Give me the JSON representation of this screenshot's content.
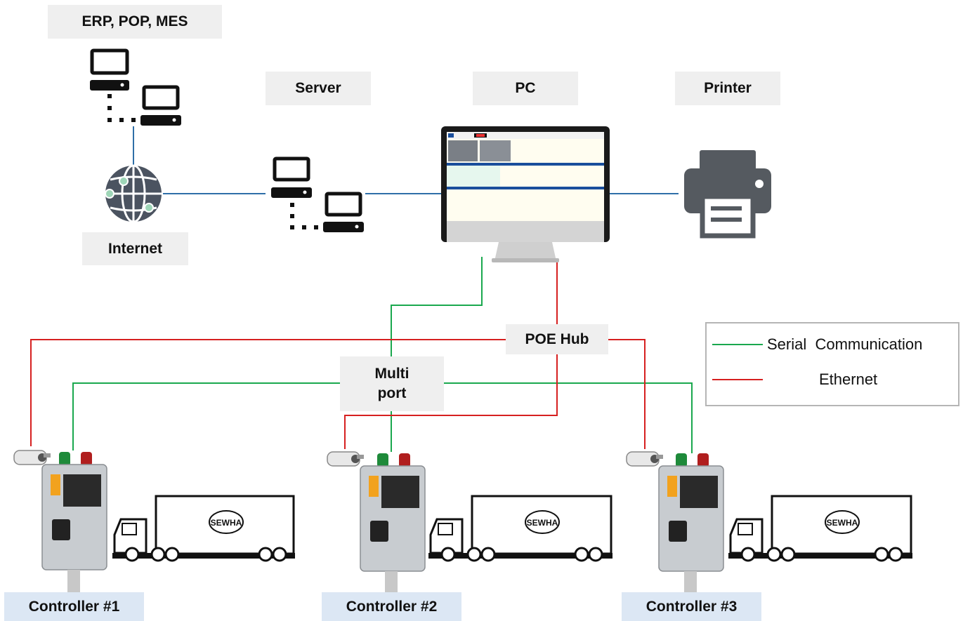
{
  "labels": {
    "erp": "ERP, POP, MES",
    "server": "Server",
    "pc": "PC",
    "printer": "Printer",
    "internet": "Internet",
    "poe_hub": "POE Hub",
    "multiport": "Multi\nport"
  },
  "controllers": [
    "Controller #1",
    "Controller #2",
    "Controller #3"
  ],
  "truck_logo": "SEWHA",
  "legend": [
    {
      "label": "Serial  Communication",
      "color": "#1aa84e"
    },
    {
      "label": "Ethernet",
      "color": "#d62020"
    }
  ],
  "colors": {
    "network_line": "#2f6fa8",
    "serial": "#1aa84e",
    "ethernet": "#d62020",
    "label_bg": "#efefef",
    "controller_label_bg": "#dce7f4"
  }
}
